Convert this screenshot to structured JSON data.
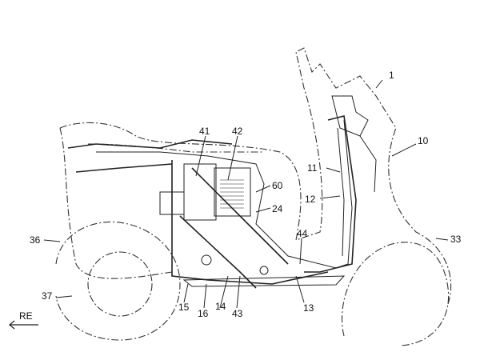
{
  "figure": {
    "labels": {
      "l1": "1",
      "l10": "10",
      "l11": "11",
      "l12": "12",
      "l24": "24",
      "l33": "33",
      "l36": "36",
      "l37": "37",
      "l41": "41",
      "l42": "42",
      "l60": "60",
      "l44": "44",
      "l13": "13",
      "l15": "15",
      "l16": "16",
      "l14": "14",
      "l43": "43"
    },
    "direction": "RE"
  }
}
